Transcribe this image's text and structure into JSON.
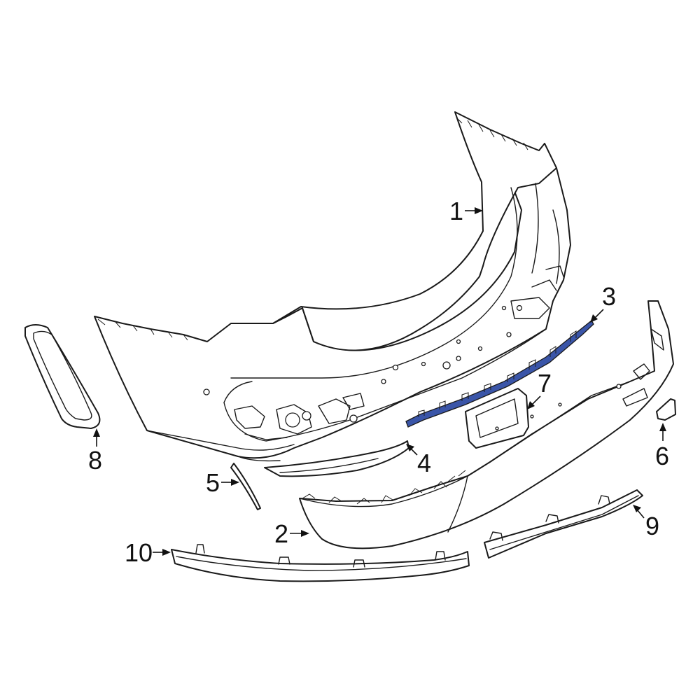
{
  "diagram": {
    "highlight_color": "#3a55a8",
    "line_color": "#1a1a1a",
    "callouts": [
      {
        "id": "1",
        "label": "1",
        "part": "bumper-cover"
      },
      {
        "id": "2",
        "label": "2",
        "part": "lower-valance"
      },
      {
        "id": "3",
        "label": "3",
        "part": "support-bracket"
      },
      {
        "id": "4",
        "label": "4",
        "part": "reflector-trim"
      },
      {
        "id": "5",
        "label": "5",
        "part": "side-molding"
      },
      {
        "id": "6",
        "label": "6",
        "part": "tow-hook-cap"
      },
      {
        "id": "7",
        "label": "7",
        "part": "license-bracket"
      },
      {
        "id": "8",
        "label": "8",
        "part": "reflector-bezel"
      },
      {
        "id": "9",
        "label": "9",
        "part": "right-trim-strip"
      },
      {
        "id": "10",
        "label": "10",
        "part": "left-trim-strip"
      }
    ]
  }
}
